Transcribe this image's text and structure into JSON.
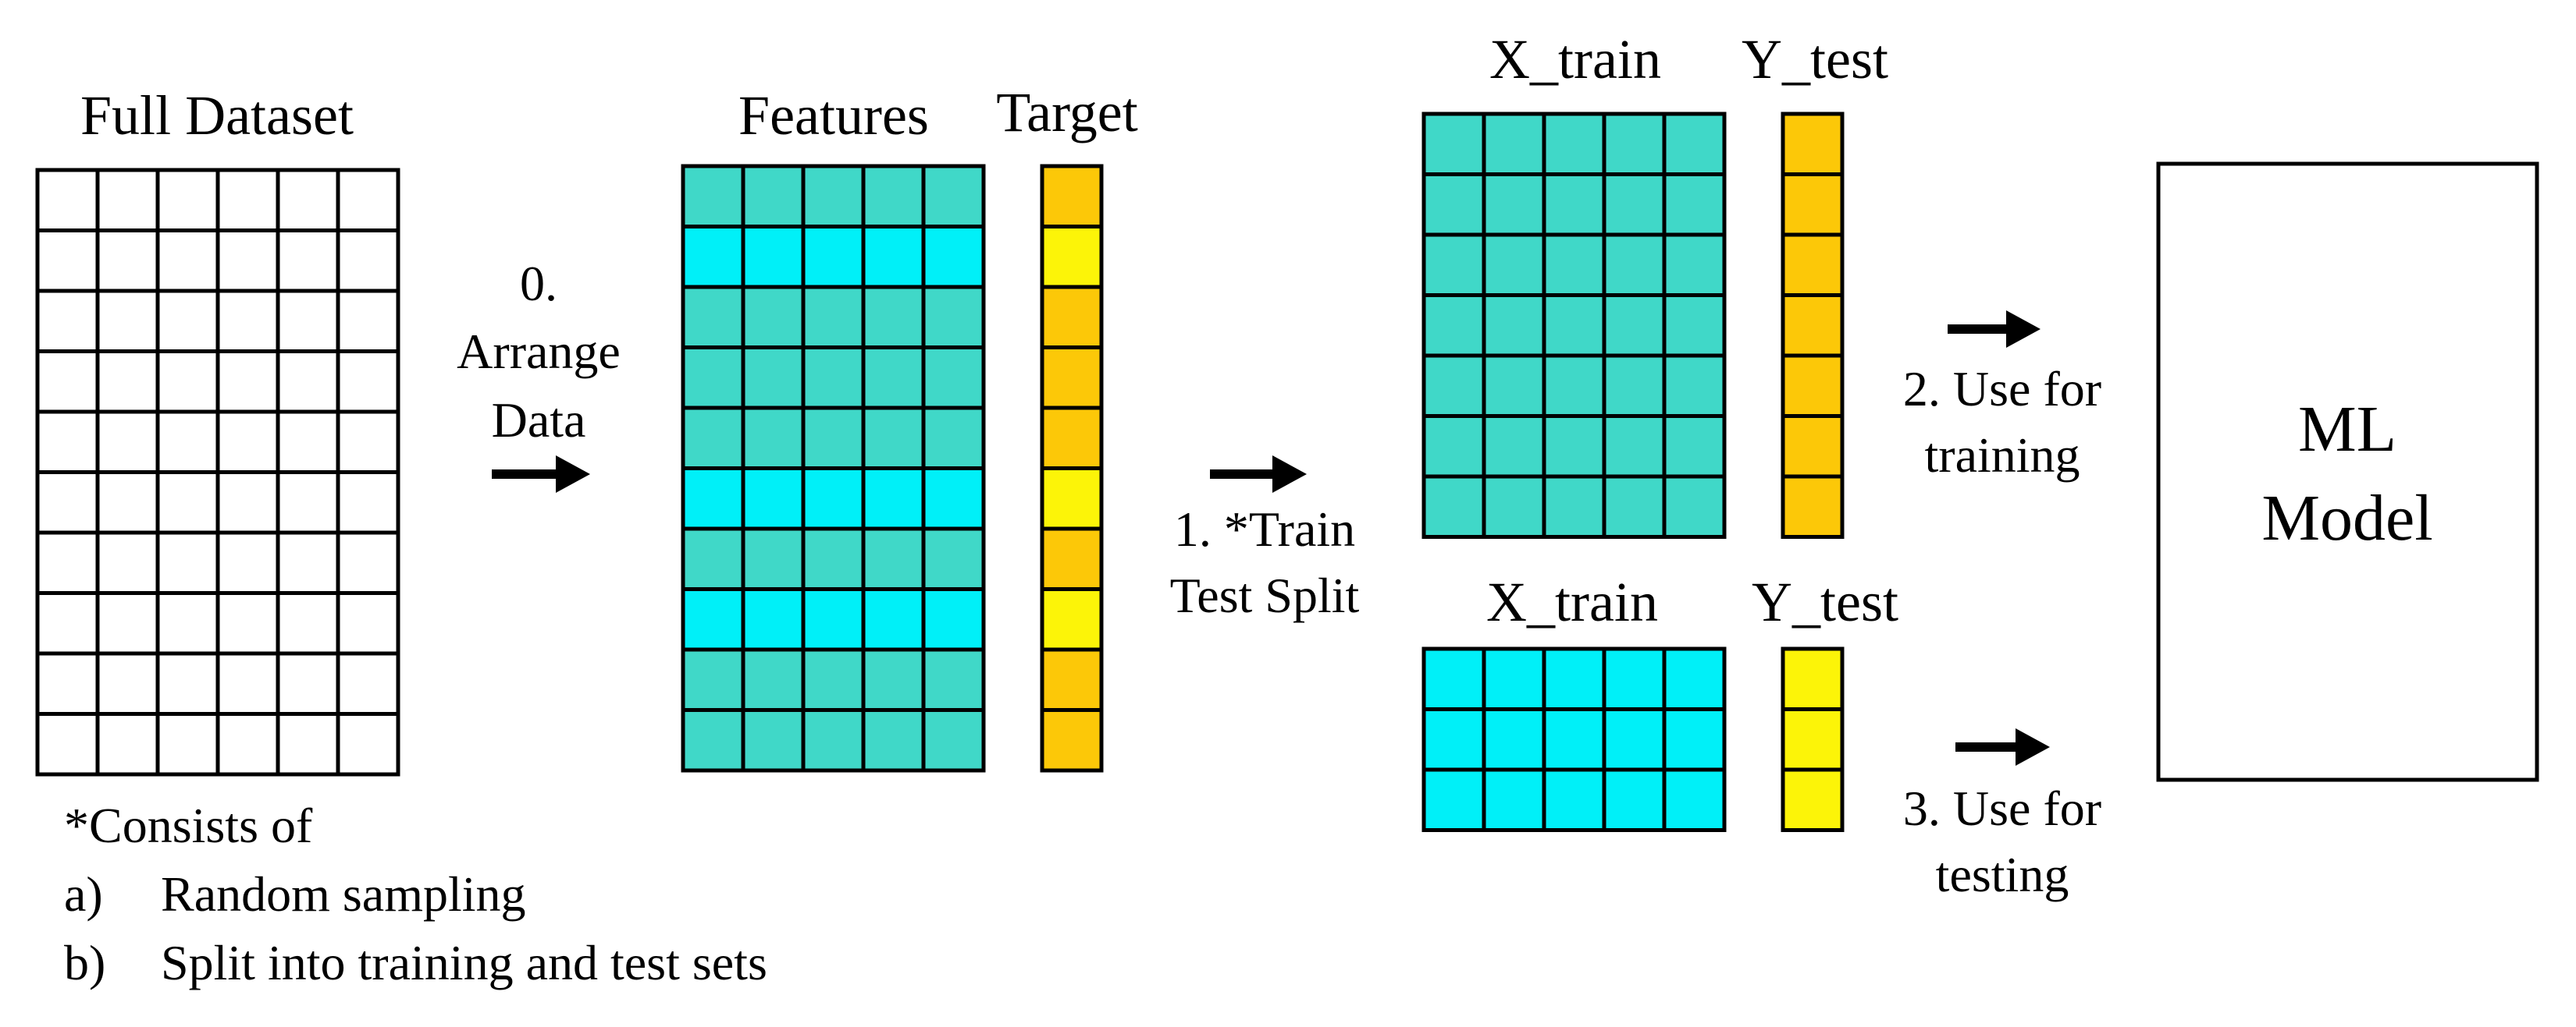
{
  "labels": {
    "full_dataset": "Full Dataset",
    "features": "Features",
    "target": "Target",
    "x_train_top": "X_train",
    "y_test_top": "Y_test",
    "x_train_bottom": "X_train",
    "y_test_bottom": "Y_test",
    "ml_model_line1": "ML",
    "ml_model_line2": "Model"
  },
  "steps": {
    "arrange_line1": "0.",
    "arrange_line2": "Arrange",
    "arrange_line3": "Data",
    "split_line1": "1. *Train",
    "split_line2": "Test Split",
    "train_line1": "2. Use for",
    "train_line2": "training",
    "test_line1": "3. Use for",
    "test_line2": "testing"
  },
  "footnote": {
    "heading": "*Consists of",
    "item_a_marker": "a)",
    "item_a_text": "Random sampling",
    "item_b_marker": "b)",
    "item_b_text": "Split into training and test sets"
  },
  "colors": {
    "grid_white": "#ffffff",
    "feature_teal": "#40d8c8",
    "feature_cyan": "#00f0f8",
    "target_orange": "#fcc808",
    "target_yellow": "#fcf408",
    "line": "#000000"
  }
}
